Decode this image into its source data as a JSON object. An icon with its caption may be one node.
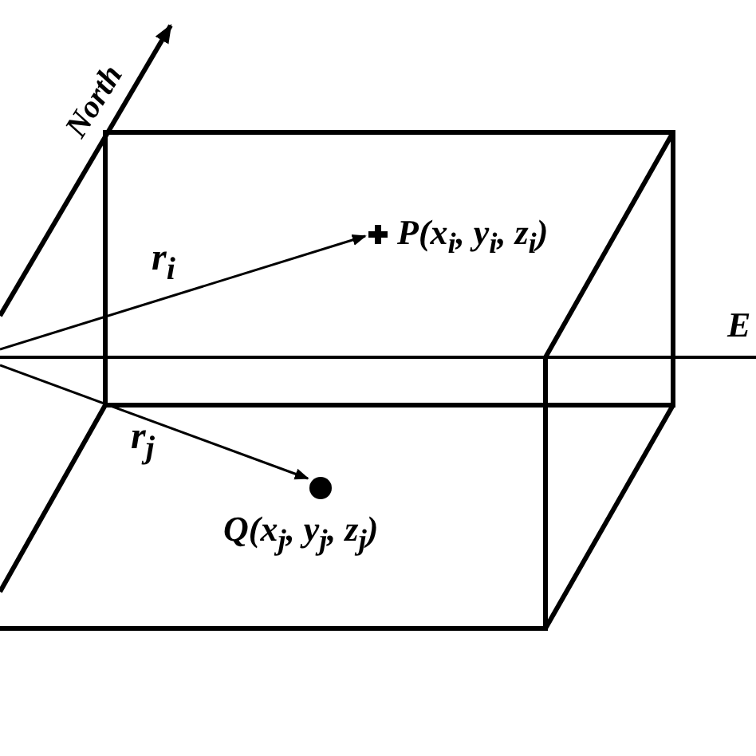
{
  "diagram": {
    "nodes": [
      {
        "text": [
          "P(x$_{i}$, y$_{i}$, z$_{i}$)"
        ]
      },
      {
        "text": [
          "Q(x$_{j}$, y$_{j}$, z$_{j}$)"
        ]
      }
    ],
    "edges": [
      {
        "from": null,
        "to": 0,
        "arrow": "to",
        "label": "r$_{i}$"
      },
      {
        "from": null,
        "to": 1,
        "arrow": "to",
        "label": "r$_{j}$"
      }
    ],
    "labels": [
      "North",
      "E"
    ]
  }
}
